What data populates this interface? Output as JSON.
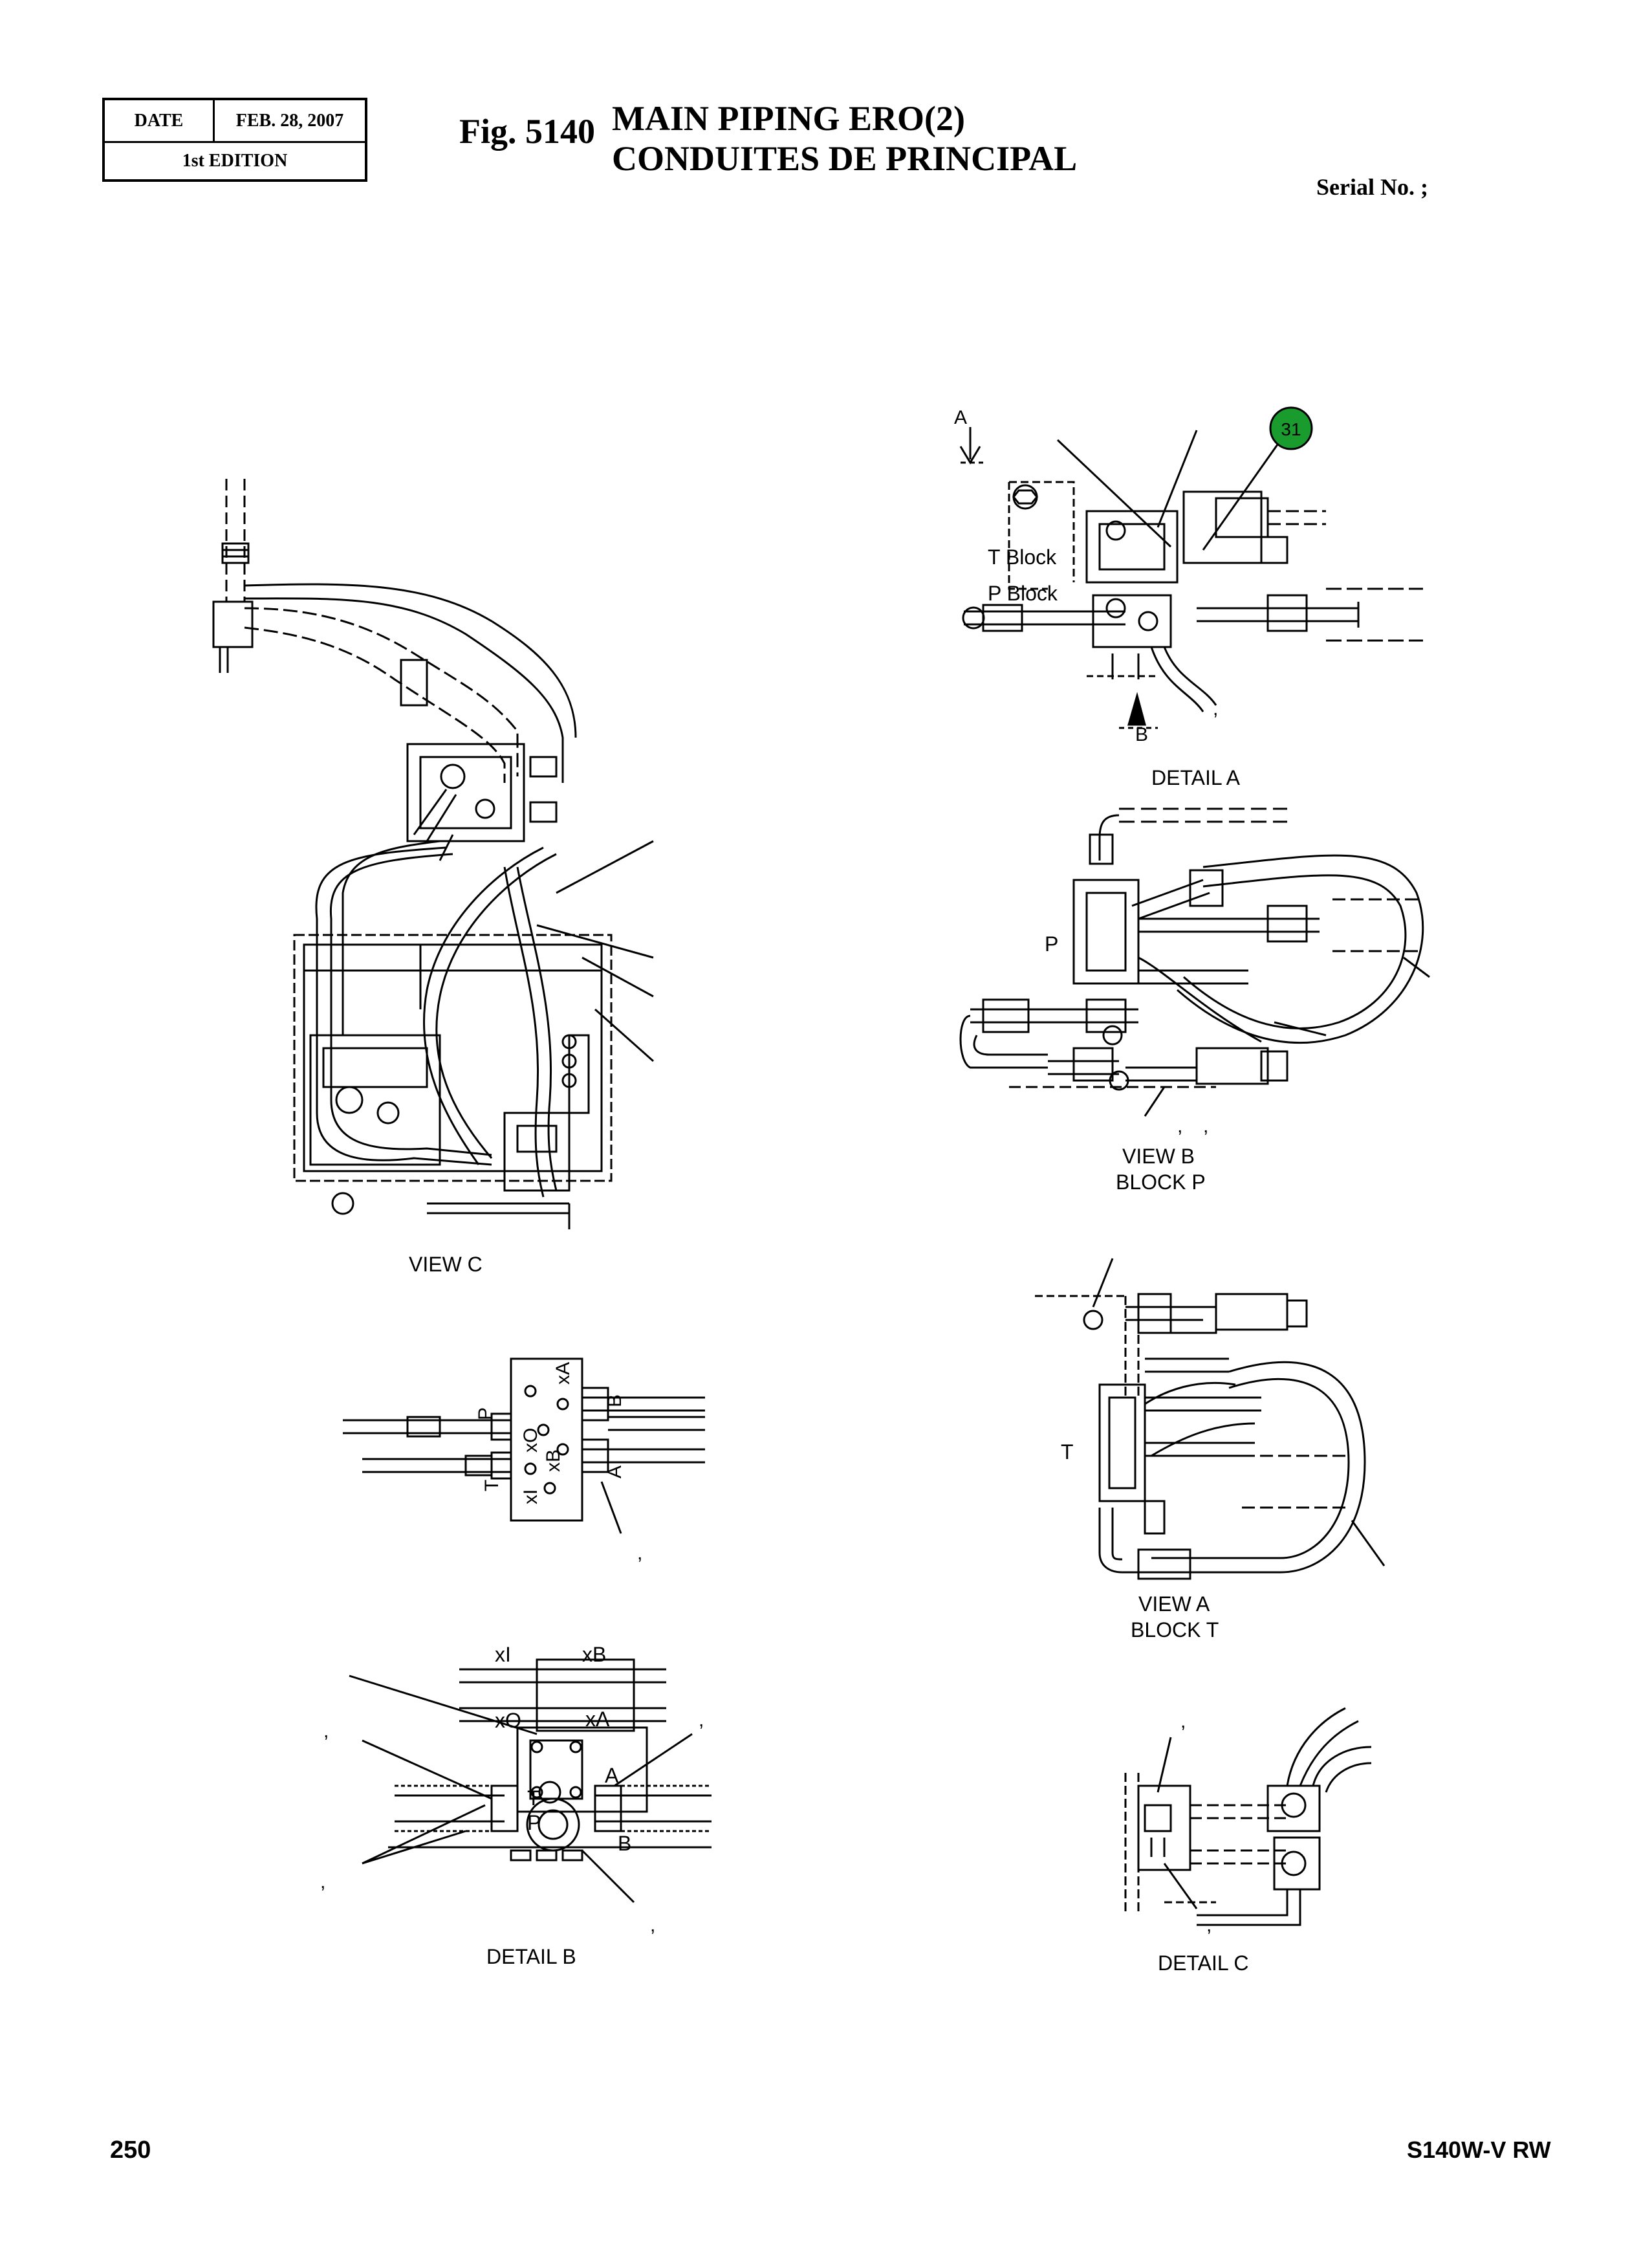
{
  "header": {
    "date_label": "DATE",
    "date_value": "FEB. 28, 2007",
    "edition": "1st EDITION",
    "fig_number": "Fig. 5140",
    "title_en": "MAIN  PIPING  ERO(2)",
    "title_fr": "CONDUITES  DE  PRINCIPAL",
    "serial": "Serial No. ;"
  },
  "footer": {
    "page_number": "250",
    "model": "S140W-V RW"
  },
  "views": {
    "view_c": "VIEW C",
    "detail_a": "DETAIL A",
    "view_b_line1": "VIEW  B",
    "view_b_line2": "BLOCK P",
    "view_a_line1": "VIEW A",
    "view_a_line2": "BLOCK T",
    "detail_b": "DETAIL  B",
    "detail_c": "DETAIL  C"
  },
  "labels": {
    "a_marker": "A",
    "b_marker": "B",
    "t_block": "T Block",
    "p_block": "P Block",
    "callout_31": "31",
    "p": "P",
    "t": "T",
    "a": "A",
    "b": "B",
    "xa": "xA",
    "xb": "xB",
    "xi": "xI",
    "xo": "xO",
    "comma": ","
  },
  "colors": {
    "callout_fill": "#1a9b2e",
    "line": "#000000"
  }
}
